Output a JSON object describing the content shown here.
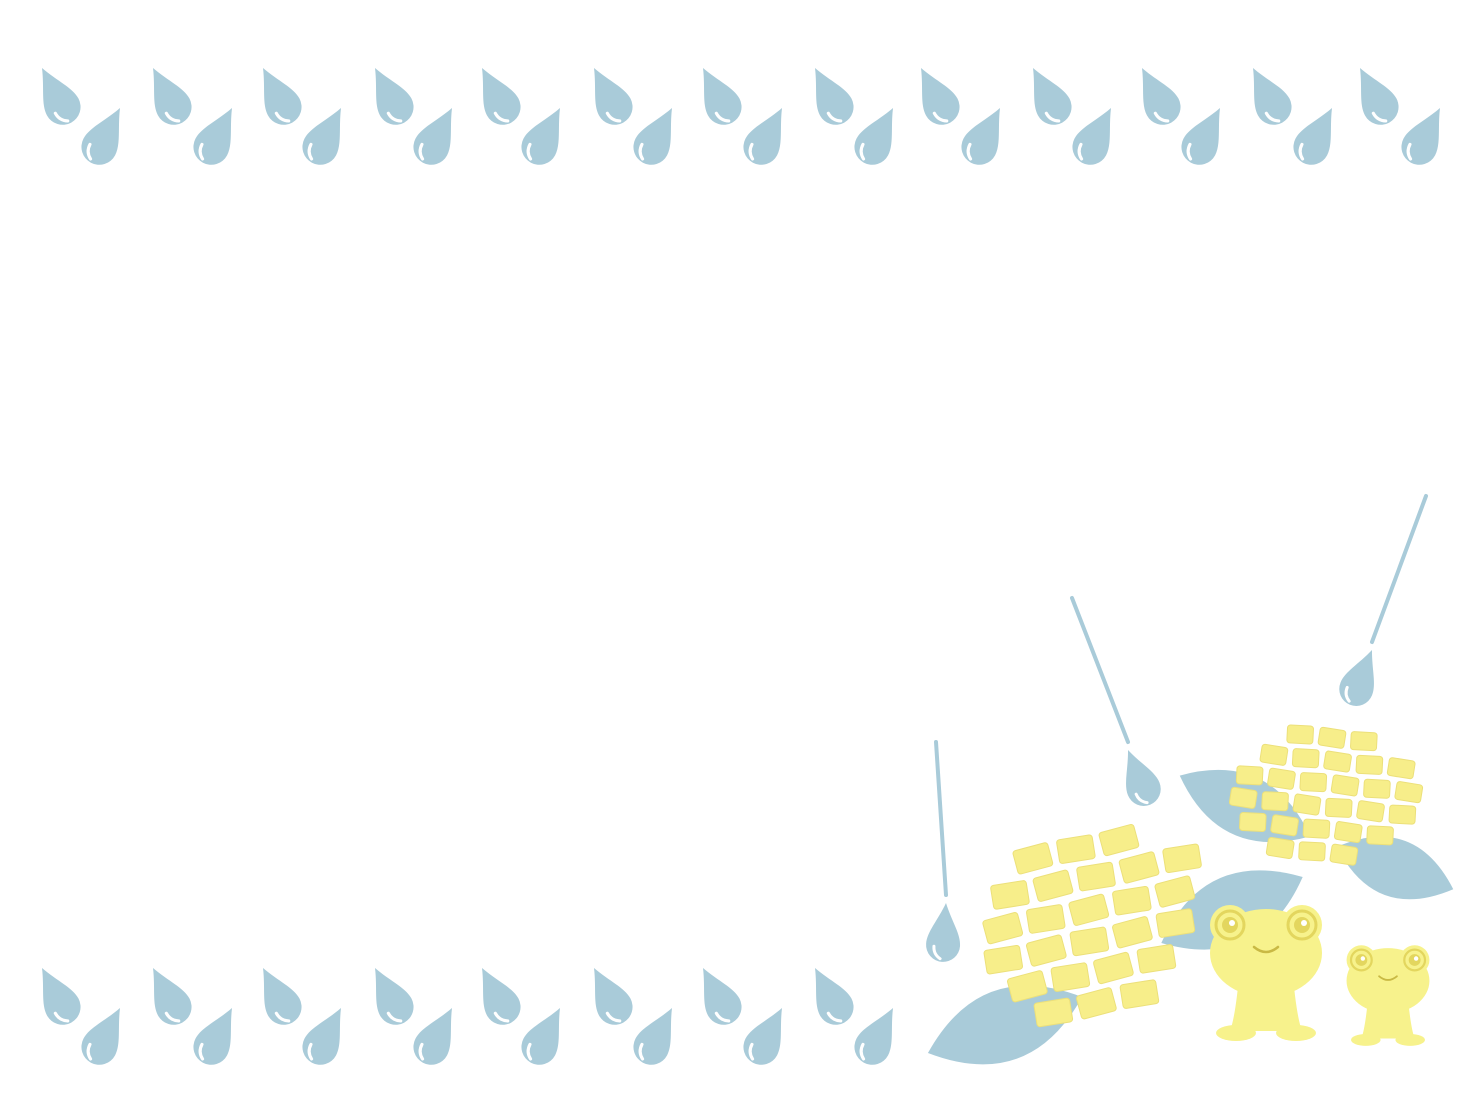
{
  "palette": {
    "background": "#ffffff",
    "raindrop": "#a9cbd9",
    "raindrop_highlight": "#ffffff",
    "leaf": "#a9cbd9",
    "hydrangea_petal": "#f7ee8a",
    "hydrangea_petal_edge": "#ece07a",
    "frog_body": "#f7f28c",
    "frog_eye_ring": "#e3d65e",
    "frog_pupil": "#9a8a2f",
    "frog_mouth": "#c9b944"
  },
  "scene": {
    "top_raindrop_border": {
      "icon": "raindrop-icon",
      "count": 26
    },
    "bottom_raindrop_border": {
      "icon": "raindrop-icon",
      "count": 16
    },
    "falling_drops": {
      "icon": "raindrop-with-trail-icon",
      "count": 3
    },
    "hydrangeas": {
      "icon": "hydrangea-icon",
      "count": 2
    },
    "leaves": {
      "icon": "leaf-icon",
      "count": 4
    },
    "frogs": {
      "icon": "frog-icon",
      "count": 2
    }
  }
}
